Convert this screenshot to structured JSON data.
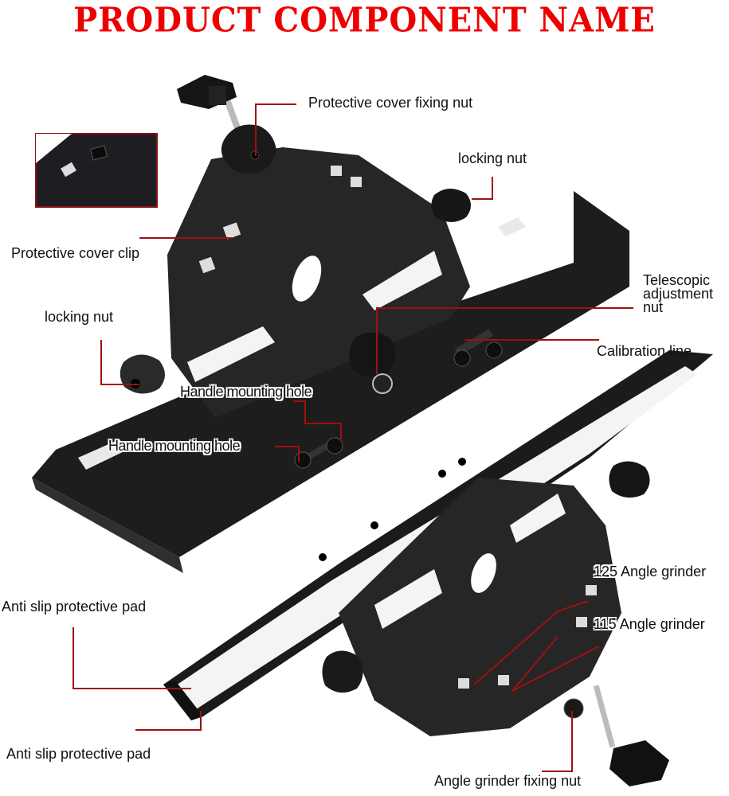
{
  "title": "PRODUCT COMPONENT NAME",
  "colors": {
    "title": "#ee0000",
    "leader_line": "#a01010",
    "product": "#1c1c1c",
    "background": "#ffffff"
  },
  "labels": {
    "protective_cover_fixing_nut": "Protective cover fixing nut",
    "locking_nut_top": "locking nut",
    "protective_cover_clip": "Protective cover clip",
    "telescopic_adjustment_nut": "Telescopic adjustment nut",
    "telescopic_line1": "Telescopic",
    "telescopic_line2": "adjustment",
    "telescopic_line3": "nut",
    "locking_nut_left": "locking nut",
    "calibration_line": "Calibration line",
    "handle_mounting_hole_1": "Handle mounting hole",
    "handle_mounting_hole_2": "Handle mounting hole",
    "angle_grinder_125": "125 Angle grinder",
    "angle_grinder_115": "115 Angle grinder",
    "anti_slip_pad_1": "Anti slip protective pad",
    "anti_slip_pad_2": "Anti slip protective pad",
    "angle_grinder_fixing_nut": "Angle grinder fixing nut"
  }
}
